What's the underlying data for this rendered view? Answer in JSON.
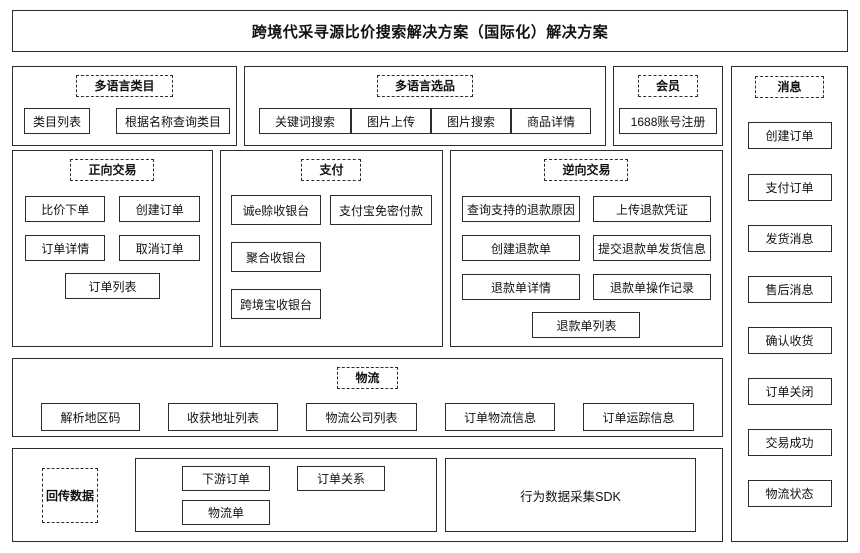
{
  "title": "跨境代采寻源比价搜索解决方案（国际化）解决方案",
  "colors": {
    "border": "#2d2d2d",
    "background": "#ffffff",
    "text": "#111111"
  },
  "sections": {
    "multilang_category": {
      "label": "多语言类目",
      "items": [
        "类目列表",
        "根据名称查询类目"
      ]
    },
    "multilang_select": {
      "label": "多语言选品",
      "items": [
        "关键词搜索",
        "图片上传",
        "图片搜索",
        "商品详情"
      ]
    },
    "member": {
      "label": "会员",
      "items": [
        "1688账号注册"
      ]
    },
    "forward_trade": {
      "label": "正向交易",
      "items": [
        "比价下单",
        "创建订单",
        "订单详情",
        "取消订单",
        "订单列表"
      ]
    },
    "payment": {
      "label": "支付",
      "items": [
        "诚e赊收银台",
        "支付宝免密付款",
        "聚合收银台",
        "跨境宝收银台"
      ]
    },
    "reverse_trade": {
      "label": "逆向交易",
      "items": [
        "查询支持的退款原因",
        "上传退款凭证",
        "创建退款单",
        "提交退款单发货信息",
        "退款单详情",
        "退款单操作记录",
        "退款单列表"
      ]
    },
    "logistics": {
      "label": "物流",
      "items": [
        "解析地区码",
        "收获地址列表",
        "物流公司列表",
        "订单物流信息",
        "订单运踪信息"
      ]
    },
    "callback": {
      "label": "回传数据",
      "items": [
        "下游订单",
        "订单关系",
        "物流单"
      ],
      "sdk_label": "行为数据采集SDK"
    },
    "messages": {
      "label": "消息",
      "items": [
        "创建订单",
        "支付订单",
        "发货消息",
        "售后消息",
        "确认收货",
        "订单关闭",
        "交易成功",
        "物流状态"
      ]
    }
  }
}
